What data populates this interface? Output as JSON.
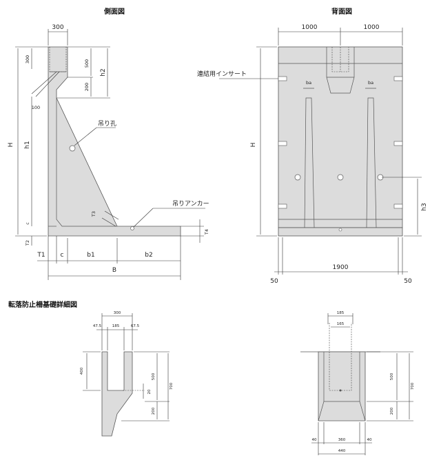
{
  "titles": {
    "side_view": "側面図",
    "back_view": "背面図",
    "foundation_detail": "転落防止柵基礎詳細図"
  },
  "side": {
    "dim_300": "300",
    "dim_500": "500",
    "dim_200": "200",
    "dim_100": "100",
    "H": "H",
    "h1": "h1",
    "h2": "h2",
    "c_left": "c",
    "c_bottom": "c",
    "T1": "T1",
    "T2": "T2",
    "T3": "T3",
    "T4": "T4",
    "b1": "b1",
    "b2": "b2",
    "B": "B",
    "lift_hole": "吊り孔",
    "lift_anchor": "吊りアンカー"
  },
  "back": {
    "dim_1000_left": "1000",
    "dim_1000_right": "1000",
    "H": "H",
    "h3": "h3",
    "ba_left": "ba",
    "ba_right": "ba",
    "dim_1900": "1900",
    "dim_50_left": "50",
    "dim_50_right": "50",
    "insert_label": "連結用インサート"
  },
  "detail_left": {
    "dim_300": "300",
    "dim_47_5": "47.5",
    "dim_185": "185",
    "dim_67_5": "67.5",
    "dim_400": "400",
    "dim_500": "500",
    "dim_700": "700",
    "dim_20": "20",
    "dim_200": "200"
  },
  "detail_right": {
    "dim_185": "185",
    "dim_165": "165",
    "dim_500": "500",
    "dim_700": "700",
    "dim_200": "200",
    "dim_40_left": "40",
    "dim_360": "360",
    "dim_40_right": "40",
    "dim_440": "440"
  }
}
